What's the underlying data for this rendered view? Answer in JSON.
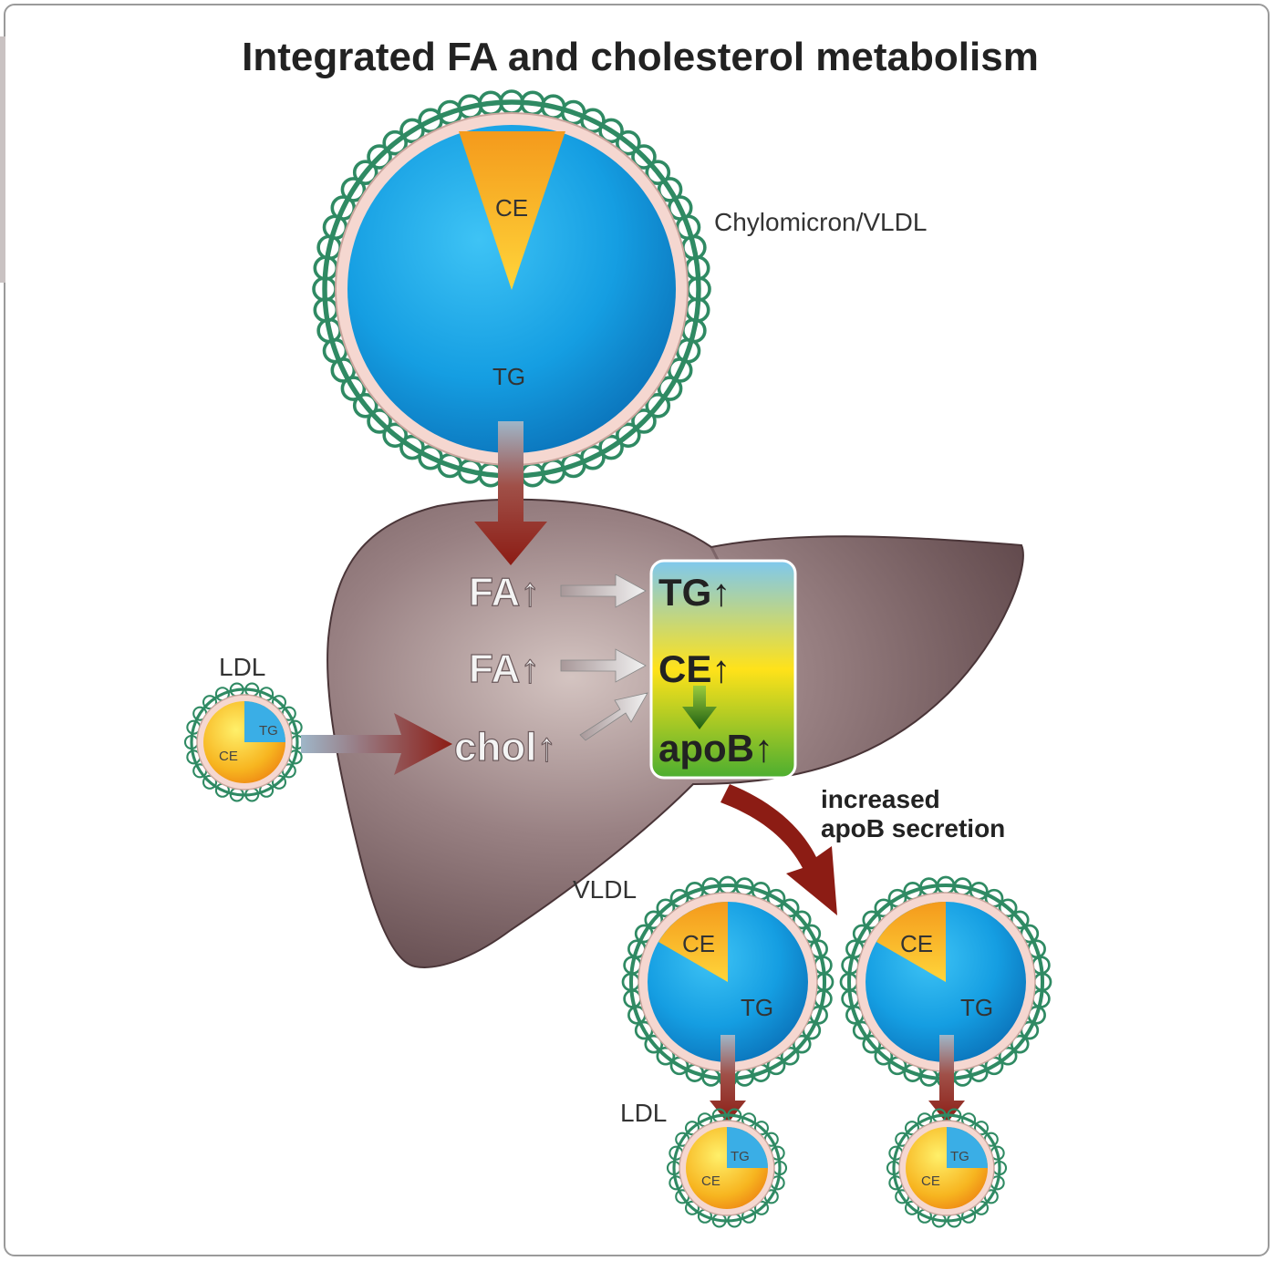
{
  "title": "Integrated FA and cholesterol metabolism",
  "labels": {
    "chylomicron": "Chylomicron/VLDL",
    "ldl_left": "LDL",
    "vldl_bottom": "VLDL",
    "ldl_bottom": "LDL",
    "secretion_line1": "increased",
    "secretion_line2": "apoB secretion"
  },
  "particle_labels": {
    "ce": "CE",
    "tg": "TG"
  },
  "liver_labels": {
    "fa1": "FA",
    "fa2": "FA",
    "chol": "chol"
  },
  "box_labels": {
    "tg": "TG",
    "ce": "CE",
    "apob": "apoB"
  },
  "up_arrow": "↑",
  "colors": {
    "liver": "#7a6265",
    "tg_core": "#1b9be0",
    "ce_core": "#f7b21e",
    "shell_green": "#2f8a63",
    "arrow_red": "#8c1c14",
    "box_top": "#7ec8ee",
    "box_mid": "#ffe21a",
    "box_bottom": "#4cae30"
  }
}
